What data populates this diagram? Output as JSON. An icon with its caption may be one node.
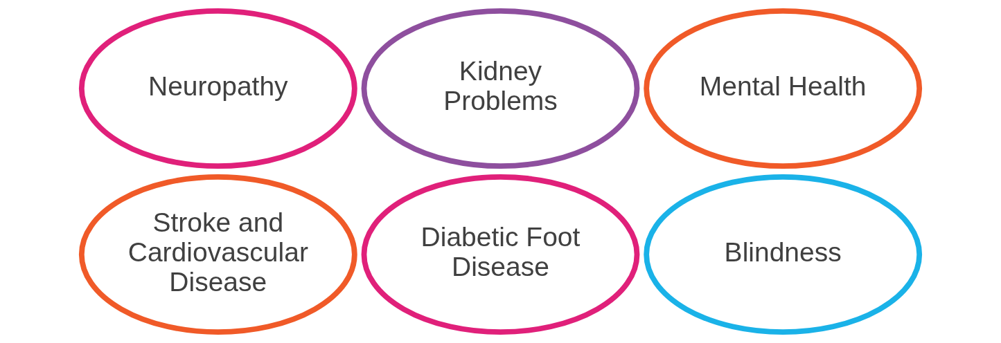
{
  "diagram": {
    "nodes": [
      {
        "text": [
          "Neuropathy"
        ]
      },
      {
        "text": [
          "Kidney Problems"
        ]
      },
      {
        "text": [
          "Mental Health"
        ]
      },
      {
        "text": [
          "Stroke and Cardiovascular Disease"
        ]
      },
      {
        "text": [
          "Diabetic Foot Disease"
        ]
      },
      {
        "text": [
          "Blindness"
        ]
      }
    ]
  }
}
